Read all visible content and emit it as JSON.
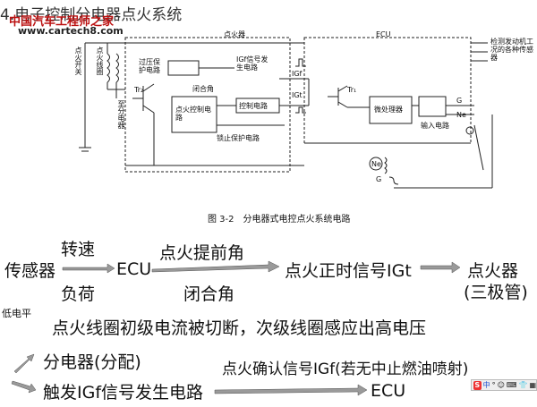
{
  "header": {
    "title": "4.电子控制分电器点火系统",
    "watermark_cn": "中国汽车工程师之家",
    "watermark_url": "www.cartech8.com"
  },
  "diagram": {
    "ignitor_title": "点火器",
    "ecu_title": "ECU",
    "overvoltage": "过压保护电路",
    "igf_gen": "IGf信号发生电路",
    "dwell": "闭合角",
    "control_circuit": "控制电路",
    "ignition_ctrl": "点火控制电路",
    "lock_protect": "锁止保护电路",
    "tr2": "Tr₂",
    "tr1": "Tr₁",
    "igf": "IGf",
    "igt": "IGt",
    "microprocessor": "微处理器",
    "input_circuit": "输入电路",
    "sensors": "检测发动机工况的各种传感器",
    "ignition_switch": "点火开关",
    "ignition_coil": "点火线圈",
    "distributor": "至分电器",
    "g": "G",
    "ne": "Ne",
    "ne_coil": "Ne",
    "g_coil": "G",
    "caption": "图 3-2　分电器式电控点火系统电路"
  },
  "flow": {
    "sensor": "传感器",
    "speed": "转速",
    "load": "负荷",
    "ecu": "ECU",
    "advance": "点火提前角",
    "dwell_angle": "闭合角",
    "igt_signal": "点火正时信号IGt",
    "igniter": "点火器",
    "triode": "(三极管)",
    "low_level": "低电平",
    "cutoff": "点火线圈初级电流被切断，次级线圈感应出高电压",
    "distributor": "分电器(分配)",
    "trigger": "触发IGf信号发生电路",
    "confirm": "点火确认信号IGf(若无中止燃油喷射)",
    "ecu2": "ECU"
  },
  "taskbar": {
    "ime": "S",
    "lang": "中",
    "items": [
      "°",
      "☺",
      "⌨",
      "👕",
      "▦"
    ]
  }
}
